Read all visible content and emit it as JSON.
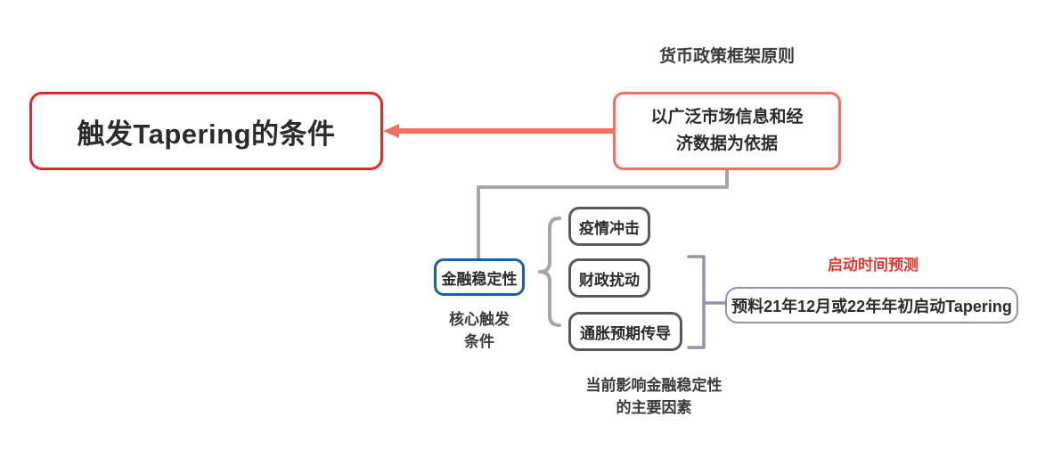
{
  "diagram": {
    "type": "mind-map",
    "title": "触发Tapering的条件",
    "background": "#ffffff",
    "colors": {
      "root_border": "#e02b2b",
      "framework_border": "#f4705e",
      "core_border": "#1f5f9e",
      "factor_border": "#595959",
      "prediction_border": "#8d96a8",
      "connector_gray": "#a6a6a6",
      "connector_salmon": "#f4705e",
      "accent_red_text": "#e0392f",
      "text": "#2b2b2b"
    }
  },
  "nodes": {
    "root": {
      "label": "触发Tapering的条件"
    },
    "framework": {
      "line1": "以广泛市场信息和经",
      "line2": "济数据为依据",
      "caption": "货币政策框架原则"
    },
    "core": {
      "label": "金融稳定性",
      "caption": "核心触发\n条件"
    },
    "factors": {
      "caption": "当前影响金融稳定性\n的主要因素",
      "items": [
        {
          "label": "疫情冲击"
        },
        {
          "label": "财政扰动"
        },
        {
          "label": "通胀预期传导"
        }
      ]
    },
    "prediction": {
      "caption": "启动时间预测",
      "label": "预料21年12月或22年年初启动Tapering"
    }
  }
}
